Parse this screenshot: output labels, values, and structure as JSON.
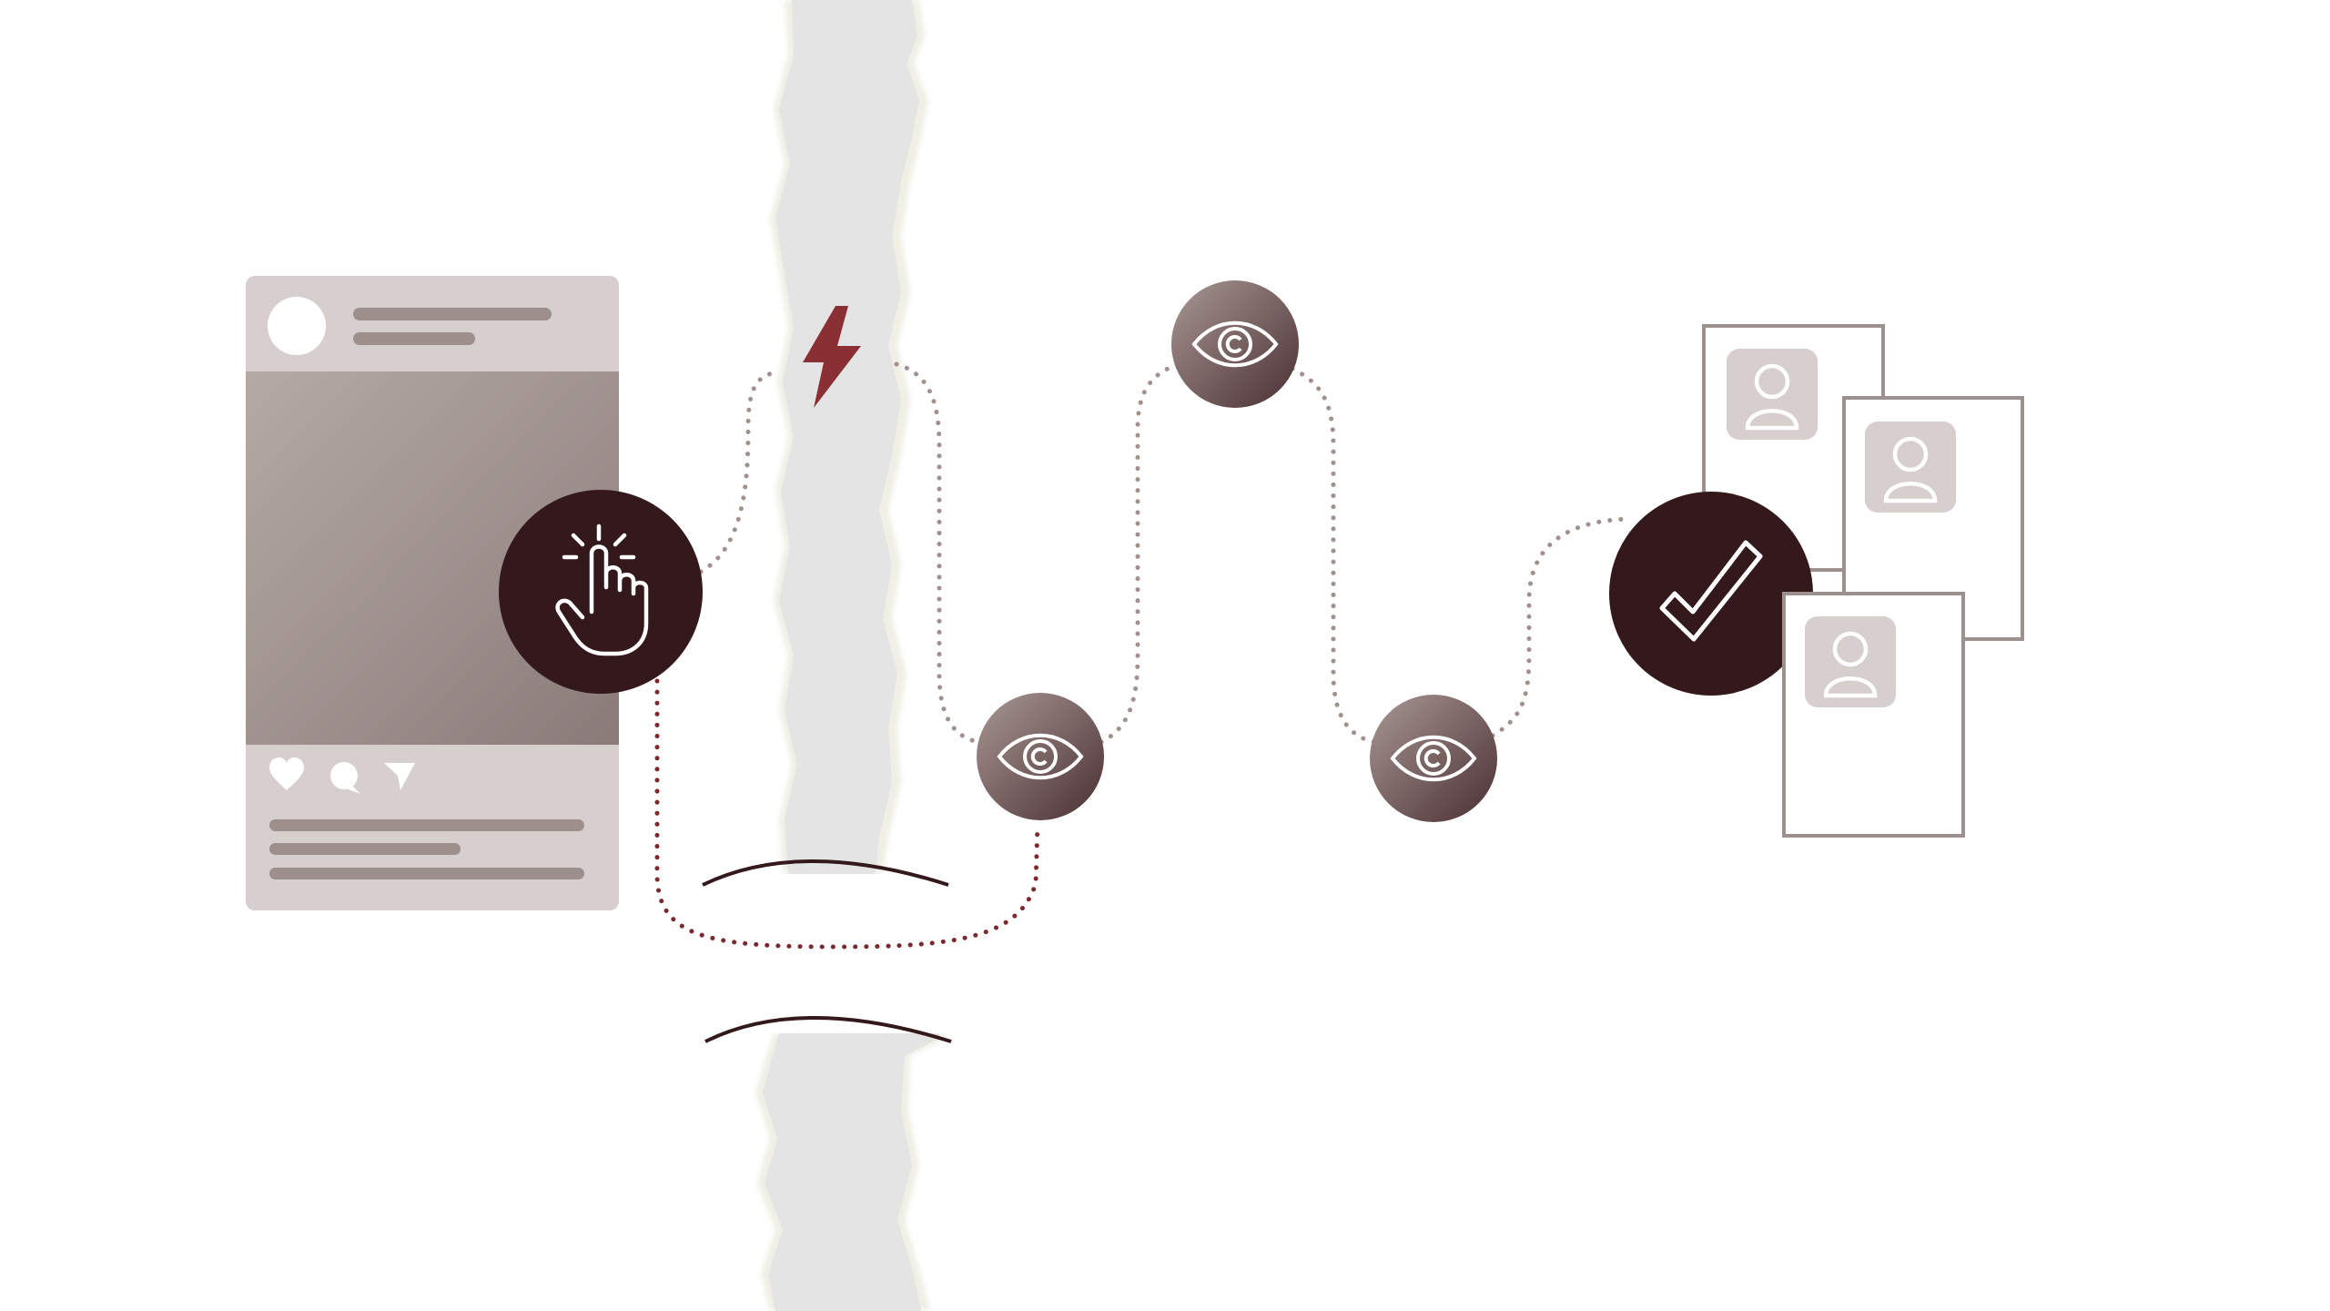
{
  "palette": {
    "background": "#ffffff",
    "dark_node": "#33181c",
    "eye_node_light": "#a89894",
    "eye_node_dark": "#4a2f33",
    "accent_red": "#8a3035",
    "dotted_grey": "#a0908e",
    "dotted_red": "#7a2a2e",
    "card_grey": "#d6cfcd",
    "card_image_light": "#b5aaa6",
    "card_image_dark": "#8a7b79",
    "tear_grey": "#e4e4e4",
    "tear_edge": "#f7f7ef",
    "profile_border": "#9c918f"
  },
  "post_card": {
    "icons": [
      "heart-icon",
      "comment-icon",
      "send-icon"
    ]
  },
  "nodes": [
    {
      "id": "click",
      "icon": "pointer-hand-icon"
    },
    {
      "id": "view-1",
      "icon": "eye-icon"
    },
    {
      "id": "view-2",
      "icon": "eye-icon"
    },
    {
      "id": "view-3",
      "icon": "eye-icon"
    },
    {
      "id": "convert",
      "icon": "checkmark-icon"
    }
  ],
  "disruption": {
    "icon": "lightning-icon"
  },
  "profiles": {
    "count": 3,
    "icon": "user-icon"
  }
}
